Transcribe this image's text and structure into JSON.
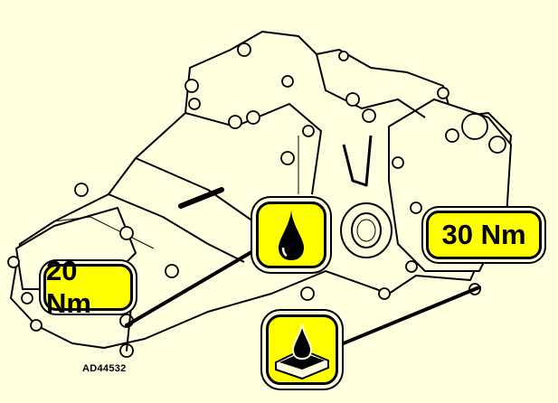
{
  "diagram": {
    "reference_code": "AD44532",
    "labels": {
      "torque_left": "20 Nm",
      "torque_right": "30 Nm"
    },
    "icons": [
      "oil-drop-icon",
      "sealant-drop-on-surface-icon"
    ],
    "colors": {
      "background": "#FFFFE0",
      "label_fill": "#FFFF00",
      "line": "#000000"
    }
  }
}
